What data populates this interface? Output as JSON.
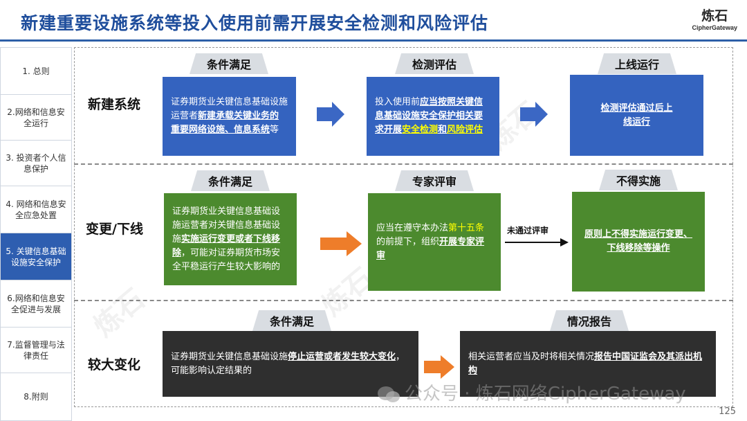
{
  "title": "新建重要设施系统等投入使用前需开展安全检测和风险评估",
  "logo": {
    "cn": "炼石",
    "en": "CipherGateway"
  },
  "sidebar": {
    "items": [
      {
        "label": "1. 总则"
      },
      {
        "label": "2.网络和信息安全运行"
      },
      {
        "label": "3. 投资者个人信息保护"
      },
      {
        "label": "4. 网络和信息安全应急处置"
      },
      {
        "label": "5. 关键信息基础设施安全保护"
      },
      {
        "label": "6.网络和信息安全促进与发展"
      },
      {
        "label": "7.监督管理与法律责任"
      },
      {
        "label": "8.附则"
      }
    ]
  },
  "rows": {
    "new": {
      "label": "新建系统",
      "tab1": "条件满足",
      "tab2": "检测评估",
      "tab3": "上线运行",
      "box1_a": "证券期货业关键信息基础设施运营者",
      "box1_b": "新建承载关键业务的重要网络设施、信息系统",
      "box1_c": "等",
      "box2_a": "投入使用前",
      "box2_b": "应当按照关键信息基础设施安全保护相关要求开展",
      "box2_c": "安全检测",
      "box2_d": "和",
      "box2_e": "风险评估",
      "box3": "检测评估通过后上线运行"
    },
    "change": {
      "label": "变更/下线",
      "tab1": "条件满足",
      "tab2": "专家评审",
      "tab3": "不得实施",
      "box1_a": "证券期货业关键信息基础设施运营者对关键信息基础设施",
      "box1_b": "实施运行变更或者下线移除",
      "box1_c": "，可能对证券期货市场安全平稳运行产生较大影响的",
      "box2_a": "应当在遵守本办法",
      "box2_b": "第十五条",
      "box2_c": "的前提下，组织",
      "box2_d": "开展专家评审",
      "note": "未通过评审",
      "box3": "原则上不得实施运行变更、下线移除等操作"
    },
    "major": {
      "label": "较大变化",
      "tab1": "条件满足",
      "tab2": "情况报告",
      "box1_a": "证券期货业关键信息基础设施",
      "box1_b": "停止运营或者发生较大变化",
      "box1_c": "，可能影响认定结果的",
      "box2_a": "相关运营者应当及时将相关情况",
      "box2_b": "报告中国证监会及其派出机构"
    }
  },
  "watermark": "公众号 · 炼石网络CipherGateway",
  "page_number": "125"
}
